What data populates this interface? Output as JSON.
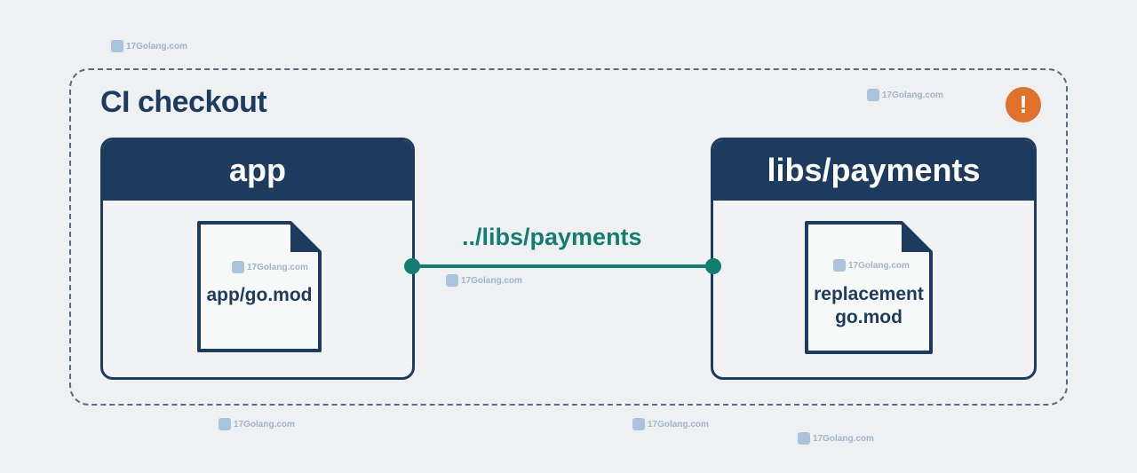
{
  "checkout": {
    "title": "CI checkout",
    "alert_icon": "exclamation-icon",
    "alert_glyph": "!",
    "alert_color": "#e0712c"
  },
  "modules": {
    "app": {
      "name": "app",
      "file_label": "app/go.mod"
    },
    "libs": {
      "name": "libs/payments",
      "file_label_line1": "replacement",
      "file_label_line2": "go.mod"
    }
  },
  "connection": {
    "label": "../libs/payments",
    "color": "#147d72"
  },
  "colors": {
    "navy": "#1d3a5f",
    "background": "#eef0f1"
  },
  "watermark": "17Golang.com"
}
